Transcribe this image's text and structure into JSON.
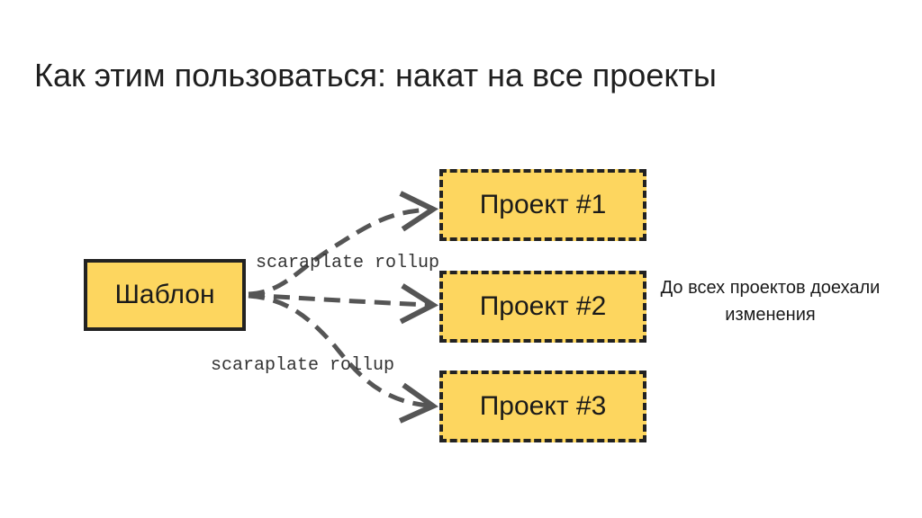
{
  "title": "Как этим пользоваться: накат на все проекты",
  "diagram": {
    "template": {
      "label": "Шаблон"
    },
    "projects": [
      {
        "label": "Проект #1"
      },
      {
        "label": "Проект #2"
      },
      {
        "label": "Проект #3"
      }
    ],
    "commands": [
      {
        "label": "scaraplate rollup"
      },
      {
        "label": "scaraplate rollup"
      }
    ],
    "note": "До всех проектов доехали изменения"
  },
  "colors": {
    "box_fill": "#fdd65f",
    "border": "#222222",
    "arrow": "#555555"
  }
}
